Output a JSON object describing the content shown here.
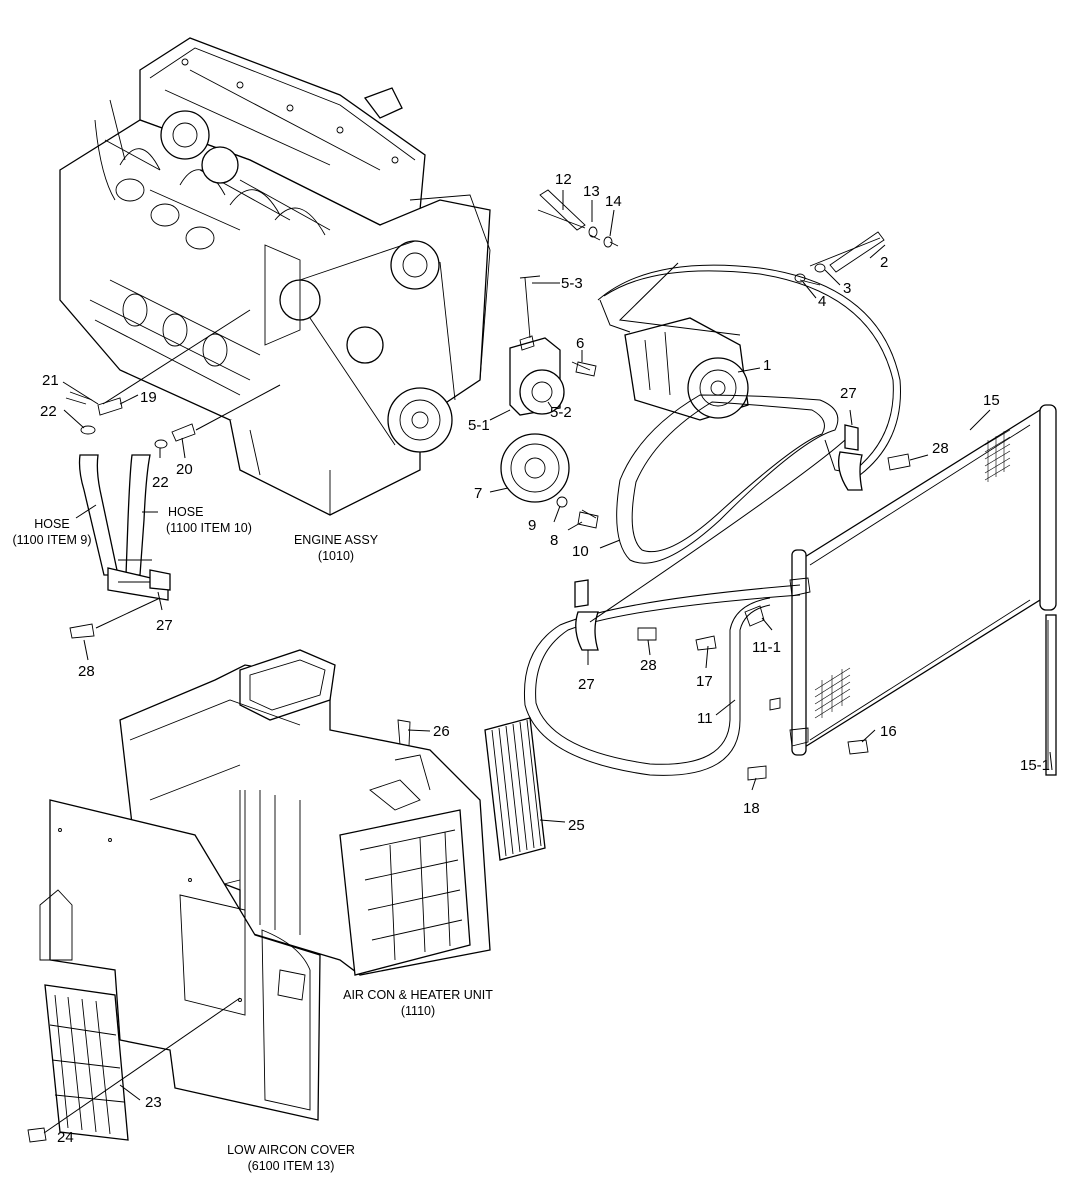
{
  "callouts": {
    "c1": "1",
    "c2": "2",
    "c3": "3",
    "c4": "4",
    "c5_1": "5-1",
    "c5_2": "5-2",
    "c5_3": "5-3",
    "c6": "6",
    "c7": "7",
    "c8": "8",
    "c9": "9",
    "c10": "10",
    "c11": "11",
    "c11_1": "11-1",
    "c12": "12",
    "c13": "13",
    "c14": "14",
    "c15": "15",
    "c15_1": "15-1",
    "c16": "16",
    "c17": "17",
    "c18": "18",
    "c19": "19",
    "c20": "20",
    "c21": "21",
    "c22a": "22",
    "c22b": "22",
    "c23": "23",
    "c24": "24",
    "c25": "25",
    "c26": "26",
    "c27a": "27",
    "c27b": "27",
    "c27c": "27",
    "c28a": "28",
    "c28b": "28",
    "c28c": "28"
  },
  "captions": {
    "hose_left": {
      "line1": "HOSE",
      "line2": "(1100 ITEM 9)"
    },
    "hose_right": {
      "line1": "HOSE",
      "line2": "(1100 ITEM 10)"
    },
    "engine": {
      "line1": "ENGINE ASSY",
      "line2": "(1010)"
    },
    "aircon": {
      "line1": "AIR CON & HEATER UNIT",
      "line2": "(1110)"
    },
    "cover": {
      "line1": "LOW AIRCON COVER",
      "line2": "(6100 ITEM 13)"
    }
  }
}
